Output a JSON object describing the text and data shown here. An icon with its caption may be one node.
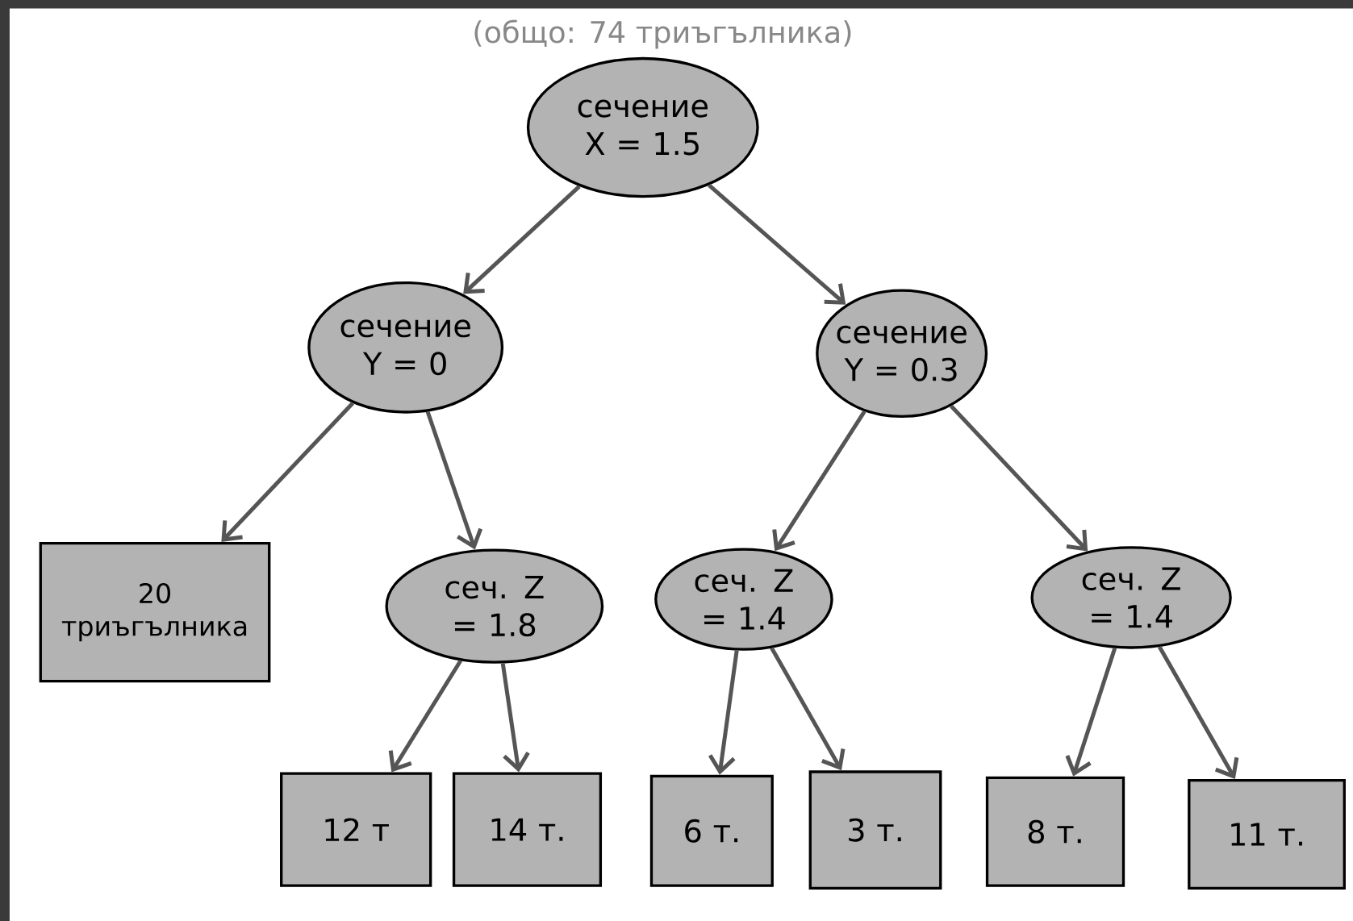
{
  "diagram": {
    "nodes": [
      {
        "text": [
          "сечение X = 1.5"
        ]
      },
      {
        "text": [
          "сечение Y = 0"
        ]
      },
      {
        "text": [
          "сечение Y = 0.3"
        ]
      },
      {
        "text": [
          "20 триъгълника"
        ]
      },
      {
        "text": [
          "сеч. Z = 1.8"
        ]
      },
      {
        "text": [
          "сеч. Z = 1.4"
        ]
      },
      {
        "text": [
          "сеч. Z = 1.4"
        ]
      },
      {
        "text": [
          "12 т"
        ]
      },
      {
        "text": [
          "14 т."
        ]
      },
      {
        "text": [
          "6 т."
        ]
      },
      {
        "text": [
          "3 т."
        ]
      },
      {
        "text": [
          "8 т."
        ]
      },
      {
        "text": [
          "11 т."
        ]
      }
    ],
    "edges": [
      {
        "from": 0,
        "to": 1,
        "arrow": "to"
      },
      {
        "from": 0,
        "to": 2,
        "arrow": "to"
      },
      {
        "from": 1,
        "to": 3,
        "arrow": "to"
      },
      {
        "from": 1,
        "to": 4,
        "arrow": "to"
      },
      {
        "from": 2,
        "to": 5,
        "arrow": "to"
      },
      {
        "from": 2,
        "to": 6,
        "arrow": "to"
      },
      {
        "from": 4,
        "to": 7,
        "arrow": "to"
      },
      {
        "from": 4,
        "to": 8,
        "arrow": "to"
      },
      {
        "from": 5,
        "to": 9,
        "arrow": "to"
      },
      {
        "from": 5,
        "to": 10,
        "arrow": "to"
      },
      {
        "from": 6,
        "to": 11,
        "arrow": "to"
      },
      {
        "from": 6,
        "to": 12,
        "arrow": "to"
      }
    ],
    "labels": [
      "(общо: 74 триъгълника)"
    ]
  }
}
